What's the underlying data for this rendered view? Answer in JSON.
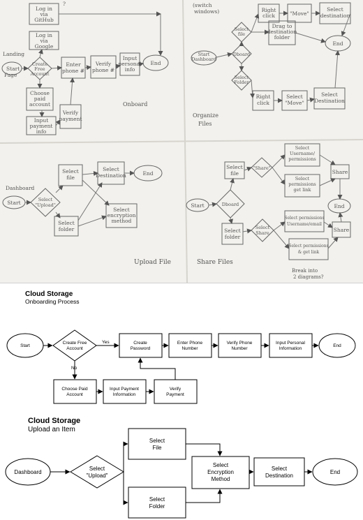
{
  "sketch": {
    "onboard": {
      "landing": [
        "Landing",
        "Page"
      ],
      "start": "Start",
      "create": [
        "Create",
        "Free",
        "Account"
      ],
      "login_github": [
        "Log in",
        "via",
        "GitHub"
      ],
      "login_google": [
        "Log in",
        "via",
        "Google"
      ],
      "enter_phone": [
        "Enter",
        "phone #"
      ],
      "verify_phone": [
        "Verify",
        "phone #"
      ],
      "personal": [
        "Input",
        "personal",
        "info"
      ],
      "end": "End",
      "choose_paid": [
        "Choose",
        "paid",
        "account"
      ],
      "payment": [
        "Input",
        "payment",
        "info"
      ],
      "verify_payment": [
        "Verify",
        "payment"
      ],
      "question": "?",
      "caption": "Onboard"
    },
    "organize": {
      "switch": [
        "(switch",
        "windows)"
      ],
      "start": [
        "Start",
        "Dashboard"
      ],
      "select_file": [
        "Select",
        "file"
      ],
      "dboard": "Dboard",
      "select_folder": [
        "Select",
        "Folder"
      ],
      "right_click_1": [
        "Right",
        "click"
      ],
      "move_1": "\"Move\"",
      "destination_1": [
        "Select",
        "destination"
      ],
      "drag": [
        "Drag to",
        "destination",
        "folder"
      ],
      "end": "End",
      "right_click_2": [
        "Right",
        "click"
      ],
      "move_2": [
        "Select",
        "\"Move\""
      ],
      "destination_2": [
        "Select",
        "Destination"
      ],
      "caption": [
        "Organize",
        "Files"
      ]
    },
    "upload": {
      "dashboard": "Dashboard",
      "start": "Start",
      "select_upload": [
        "Select",
        "\"Upload\""
      ],
      "select_file": [
        "Select",
        "file"
      ],
      "select_folder": [
        "Select",
        "folder"
      ],
      "destination": [
        "Select",
        "Destination"
      ],
      "encryption": [
        "Select",
        "encryption",
        "method"
      ],
      "end": "End",
      "caption": "Upload File"
    },
    "share": {
      "start": "Start",
      "dboard": "Dboard",
      "select_file": [
        "Select",
        "file"
      ],
      "share_1": "\"Share\"",
      "username_1": [
        "Select",
        "Username/",
        "permissions"
      ],
      "link_1": [
        "Select",
        "permissions",
        "get link"
      ],
      "share_box_1": "Share",
      "end": "End",
      "select_folder": [
        "Select",
        "folder"
      ],
      "share_2": [
        "Select",
        "Share"
      ],
      "username_2": [
        "Select permissions",
        "Username/email"
      ],
      "link_2": [
        "Select permissions",
        "& get link"
      ],
      "share_box_2": "Share",
      "caption": "Share Files",
      "note": [
        "Break into",
        "2 diagrams?"
      ]
    }
  },
  "onboarding": {
    "title": "Cloud Storage",
    "subtitle": "Onboarding Process",
    "start": "Start",
    "create_account": [
      "Create Free",
      "Account"
    ],
    "yes": "Yes",
    "no": "No",
    "create_password": [
      "Create",
      "Password"
    ],
    "enter_phone": [
      "Enter Phone",
      "Number"
    ],
    "verify_phone": [
      "Verify Phone",
      "Number"
    ],
    "personal_info": [
      "Input Personal",
      "Information"
    ],
    "end": "End",
    "choose_paid": [
      "Choose Paid",
      "Account"
    ],
    "payment_info": [
      "Input Payment",
      "Information"
    ],
    "verify_payment": [
      "Verify",
      "Payment"
    ]
  },
  "upload": {
    "title": "Cloud Storage",
    "subtitle": "Upload an Item",
    "dashboard": "Dashboard",
    "select_upload": [
      "Select",
      "\"Upload\""
    ],
    "select_file": [
      "Select",
      "File"
    ],
    "select_folder": [
      "Select",
      "Folder"
    ],
    "encryption": [
      "Select",
      "Encryption",
      "Method"
    ],
    "destination": [
      "Select",
      "Destination"
    ],
    "end": "End"
  }
}
